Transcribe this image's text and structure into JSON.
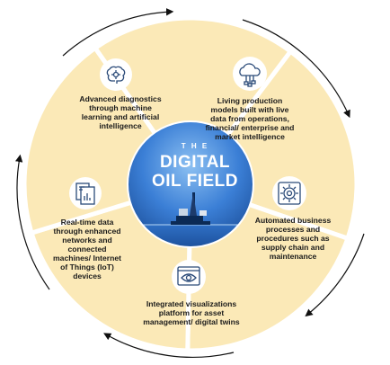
{
  "colors": {
    "segment_fill": "#fbe9b7",
    "segment_gap": "#ffffff",
    "icon_stroke": "#2a4a78",
    "icon_circle": "#ffffff",
    "center_blue": "#3b7fd6",
    "arrow": "#111111"
  },
  "center": {
    "prefix": "T H E",
    "line1": "DIGITAL",
    "line2": "OIL FIELD"
  },
  "segments": [
    {
      "icon": "ai-brain-icon",
      "label": "Advanced diagnostics through machine learning and artificial intelligence"
    },
    {
      "icon": "cloud-data-icon",
      "label": "Living production models built with live data from operations, financial/ enterprise and market intelligence"
    },
    {
      "icon": "gear-process-icon",
      "label": "Automated business processes and procedures such as supply chain and maintenance"
    },
    {
      "icon": "eye-monitor-icon",
      "label": "Integrated visualizations platform for asset management/ digital twins"
    },
    {
      "icon": "documents-chart-icon",
      "label": "Real-time data through enhanced networks and connected machines/ Internet of Things (IoT) devices"
    }
  ]
}
